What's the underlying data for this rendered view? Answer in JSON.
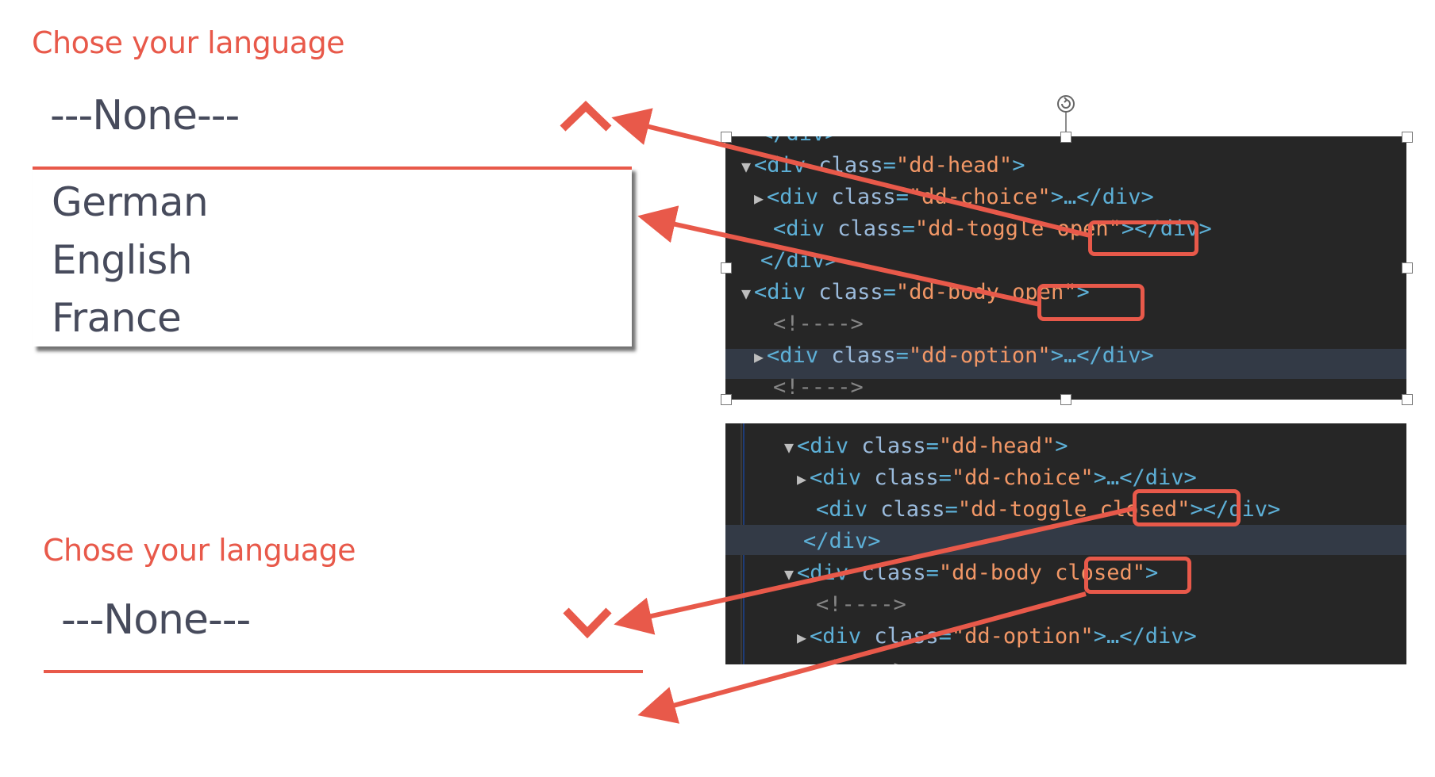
{
  "open_dropdown": {
    "label": "Chose your language",
    "selected": "---None---",
    "options": [
      "German",
      "English",
      "France"
    ]
  },
  "closed_dropdown": {
    "label": "Chose your language",
    "selected": "---None---"
  },
  "devtools_open": {
    "lines": [
      {
        "indent": 2,
        "tri": "",
        "parts": [
          [
            "tag",
            "</div>"
          ]
        ]
      },
      {
        "indent": 2,
        "tri": "▼",
        "parts": [
          [
            "tag",
            "<div "
          ],
          [
            "attr",
            "class"
          ],
          [
            "tag",
            "="
          ],
          [
            "str",
            "\"dd-head\""
          ],
          [
            "tag",
            ">"
          ]
        ]
      },
      {
        "indent": 3,
        "tri": "▶",
        "parts": [
          [
            "tag",
            "<div "
          ],
          [
            "attr",
            "class"
          ],
          [
            "tag",
            "="
          ],
          [
            "str",
            "\"dd-choice\""
          ],
          [
            "tag",
            ">…</div>"
          ]
        ]
      },
      {
        "indent": 3,
        "tri": "",
        "parts": [
          [
            "tag",
            "<div "
          ],
          [
            "attr",
            "class"
          ],
          [
            "tag",
            "="
          ],
          [
            "str",
            "\"dd-toggle open\""
          ],
          [
            "tag",
            "></div>"
          ]
        ]
      },
      {
        "indent": 2,
        "tri": "",
        "parts": [
          [
            "tag",
            "</div>"
          ]
        ]
      },
      {
        "indent": 2,
        "tri": "▼",
        "parts": [
          [
            "tag",
            "<div "
          ],
          [
            "attr",
            "class"
          ],
          [
            "tag",
            "="
          ],
          [
            "str",
            "\"dd-body open\""
          ],
          [
            "tag",
            ">"
          ]
        ]
      },
      {
        "indent": 3,
        "tri": "",
        "parts": [
          [
            "cmt",
            "<!---->"
          ]
        ]
      },
      {
        "indent": 3,
        "tri": "▶",
        "parts": [
          [
            "tag",
            "<div "
          ],
          [
            "attr",
            "class"
          ],
          [
            "tag",
            "="
          ],
          [
            "str",
            "\"dd-option\""
          ],
          [
            "tag",
            ">…</div>"
          ]
        ]
      },
      {
        "indent": 3,
        "tri": "",
        "parts": [
          [
            "cmt",
            "<!---->"
          ]
        ]
      }
    ]
  },
  "devtools_closed": {
    "lines": [
      {
        "indent": 2,
        "tri": "▼",
        "parts": [
          [
            "tag",
            "<div "
          ],
          [
            "attr",
            "class"
          ],
          [
            "tag",
            "="
          ],
          [
            "str",
            "\"dd-head\""
          ],
          [
            "tag",
            ">"
          ]
        ]
      },
      {
        "indent": 3,
        "tri": "▶",
        "parts": [
          [
            "tag",
            "<div "
          ],
          [
            "attr",
            "class"
          ],
          [
            "tag",
            "="
          ],
          [
            "str",
            "\"dd-choice\""
          ],
          [
            "tag",
            ">…</div>"
          ]
        ]
      },
      {
        "indent": 3,
        "tri": "",
        "parts": [
          [
            "tag",
            "<div "
          ],
          [
            "attr",
            "class"
          ],
          [
            "tag",
            "="
          ],
          [
            "str",
            "\"dd-toggle closed\""
          ],
          [
            "tag",
            "></div>"
          ]
        ]
      },
      {
        "indent": 2,
        "tri": "",
        "parts": [
          [
            "tag",
            "</div>"
          ]
        ]
      },
      {
        "indent": 2,
        "tri": "▼",
        "parts": [
          [
            "tag",
            "<div "
          ],
          [
            "attr",
            "class"
          ],
          [
            "tag",
            "="
          ],
          [
            "str",
            "\"dd-body closed\""
          ],
          [
            "tag",
            ">"
          ]
        ]
      },
      {
        "indent": 3,
        "tri": "",
        "parts": [
          [
            "cmt",
            "<!---->"
          ]
        ]
      },
      {
        "indent": 3,
        "tri": "▶",
        "parts": [
          [
            "tag",
            "<div "
          ],
          [
            "attr",
            "class"
          ],
          [
            "tag",
            "="
          ],
          [
            "str",
            "\"dd-option\""
          ],
          [
            "tag",
            ">…</div>"
          ]
        ]
      },
      {
        "indent": 3,
        "tri": "",
        "parts": [
          [
            "cmt",
            "<!---->"
          ]
        ]
      }
    ]
  },
  "colors": {
    "accent": "#e8594a",
    "text": "#474b5c",
    "devtools_bg": "#262626",
    "tag": "#5db0d7",
    "string": "#f29766"
  },
  "icons": {
    "open_toggle": "chevron-up-icon",
    "closed_toggle": "chevron-down-icon",
    "rotate_handle": "rotate-icon"
  }
}
